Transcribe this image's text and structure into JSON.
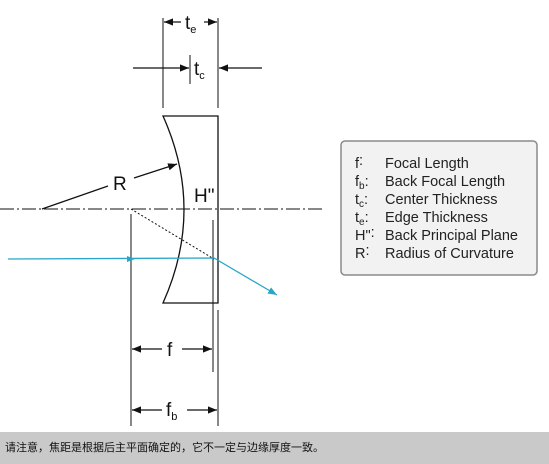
{
  "labels": {
    "te_main": "t",
    "te_sub": "e",
    "tc_main": "t",
    "tc_sub": "c",
    "R": "R",
    "H": "H\"",
    "f": "f",
    "fb_main": "f",
    "fb_sub": "b"
  },
  "legend": {
    "items": [
      {
        "sym": "f",
        "sym_sub": "",
        "sym_suffix": ":",
        "text": "Focal Length"
      },
      {
        "sym": "f",
        "sym_sub": "b",
        "sym_suffix": ":",
        "text": "Back Focal Length"
      },
      {
        "sym": "t",
        "sym_sub": "c",
        "sym_suffix": ":",
        "text": "Center Thickness"
      },
      {
        "sym": "t",
        "sym_sub": "e",
        "sym_suffix": ":",
        "text": "Edge Thickness"
      },
      {
        "sym": "H\"",
        "sym_sub": "",
        "sym_suffix": ":",
        "text": "Back Principal Plane"
      },
      {
        "sym": "R",
        "sym_sub": "",
        "sym_suffix": ":",
        "text": "Radius of Curvature"
      }
    ]
  },
  "note": "请注意，焦距是根据后主平面确定的，它不一定与边缘厚度一致。",
  "colors": {
    "ray": "#2aa6c8",
    "lines": "#111111",
    "legend_bg": "#f2f2f2",
    "legend_border": "#8a8a8a",
    "note_bg": "#c9c9c9"
  }
}
